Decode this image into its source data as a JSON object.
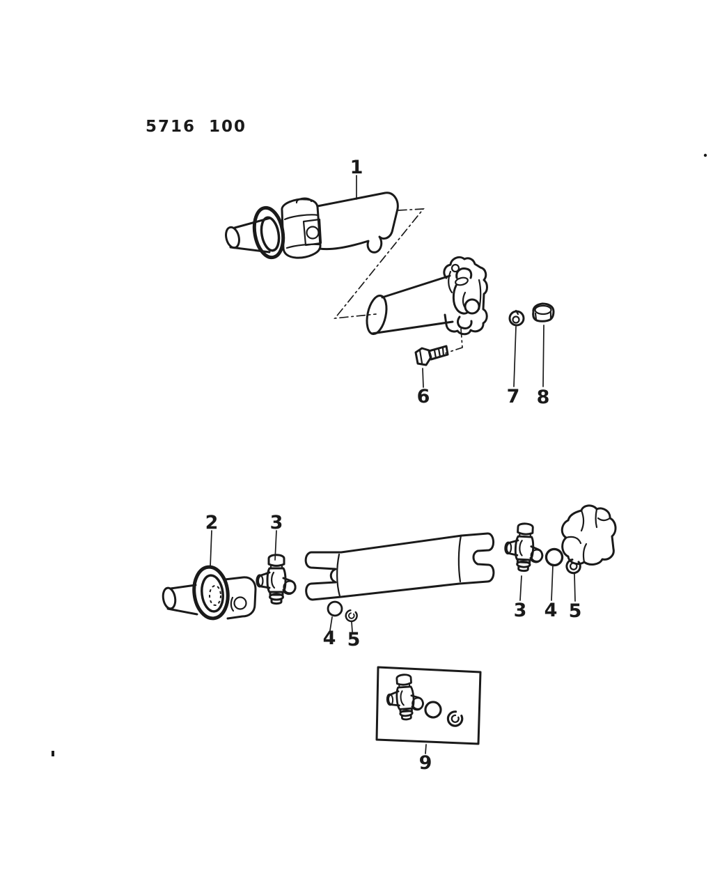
{
  "page": {
    "background": "#ffffff",
    "ink": "#1a1a1a"
  },
  "header": {
    "diagram_code": "5716 100"
  },
  "callouts": [
    {
      "id": "callout-1",
      "label": "1"
    },
    {
      "id": "callout-2",
      "label": "2"
    },
    {
      "id": "callout-3-left",
      "label": "3"
    },
    {
      "id": "callout-3-right",
      "label": "3"
    },
    {
      "id": "callout-4-left",
      "label": "4"
    },
    {
      "id": "callout-4-right",
      "label": "4"
    },
    {
      "id": "callout-5-left",
      "label": "5"
    },
    {
      "id": "callout-5-right",
      "label": "5"
    },
    {
      "id": "callout-6",
      "label": "6"
    },
    {
      "id": "callout-7",
      "label": "7"
    },
    {
      "id": "callout-8",
      "label": "8"
    },
    {
      "id": "callout-9",
      "label": "9"
    }
  ]
}
